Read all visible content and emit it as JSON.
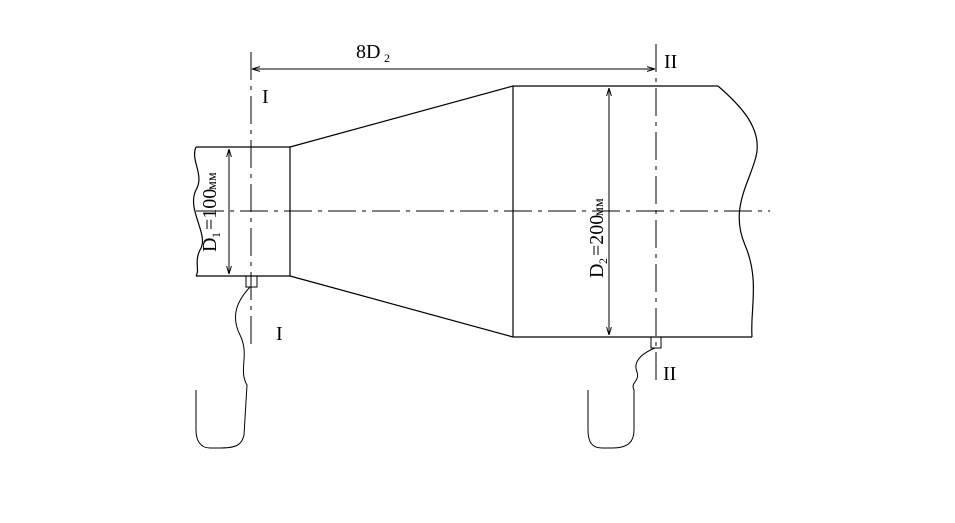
{
  "labels": {
    "length_main": "8D",
    "length_sub": "2",
    "section_1": "I",
    "section_2": "II",
    "d1_main": "D",
    "d1_sub": "1",
    "d1_value": "=100",
    "d1_unit": "мм",
    "d2_main": "D",
    "d2_sub": "2",
    "d2_value": "=200",
    "d2_unit": "мм"
  }
}
